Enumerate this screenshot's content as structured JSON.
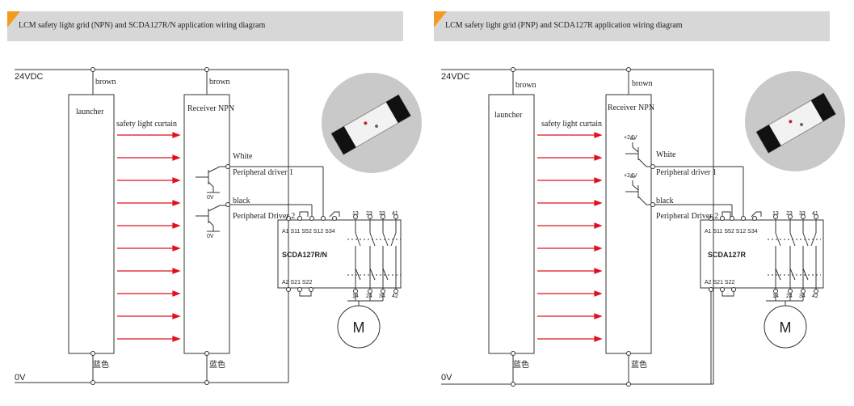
{
  "panels": [
    {
      "title": "LCM safety light grid (NPN) and SCDA127R/N application wiring diagram",
      "supply_pos": "24VDC",
      "supply_neg": "0V",
      "emitter_top_wire": "brown",
      "receiver_top_wire": "brown",
      "emitter_label": "launcher",
      "receiver_label": "Receiver NPN",
      "curtain_label": "safety light curtain",
      "wire_white": "White",
      "driver1": "Peripheral driver 1",
      "wire_black": "black",
      "driver2": "Peripheral Driver 2",
      "t1_ref": "0V",
      "t2_ref": "0V",
      "emitter_bottom_wire": "蓝色",
      "receiver_bottom_wire": "蓝色",
      "relay_model": "SCDA127R/N",
      "relay_top_terms": "A1 S11 S52 S12 S34",
      "relay_bottom_terms": "A2  S21 S22",
      "contacts_top": [
        "13",
        "23",
        "33",
        "41"
      ],
      "contacts_bottom": [
        "14",
        "24",
        "34",
        "42"
      ],
      "motor": "M"
    },
    {
      "title": "LCM safety light grid (PNP) and SCDA127R application wiring diagram",
      "supply_pos": "24VDC",
      "supply_neg": "0V",
      "emitter_top_wire": "brown",
      "receiver_top_wire": "brown",
      "emitter_label": "launcher",
      "receiver_label": "Receiver NPN",
      "curtain_label": "safety light curtain",
      "wire_white": "White",
      "driver1": "Peripheral driver 1",
      "wire_black": "black",
      "driver2": "Peripheral Driver 2",
      "t1_ref": "+24V",
      "t2_ref": "+24V",
      "emitter_bottom_wire": "蓝色",
      "receiver_bottom_wire": "蓝色",
      "relay_model": "SCDA127R",
      "relay_top_terms": "A1 S11 S52 S12 S34",
      "relay_bottom_terms": "A2  S21 S22",
      "contacts_top": [
        "13",
        "23",
        "33",
        "41"
      ],
      "contacts_bottom": [
        "14",
        "24",
        "34",
        "42"
      ],
      "motor": "M"
    }
  ],
  "colors": {
    "banner": "#d7d7d7",
    "accent": "#f39a1f",
    "beam": "#e0101e",
    "wire": "#333333"
  }
}
